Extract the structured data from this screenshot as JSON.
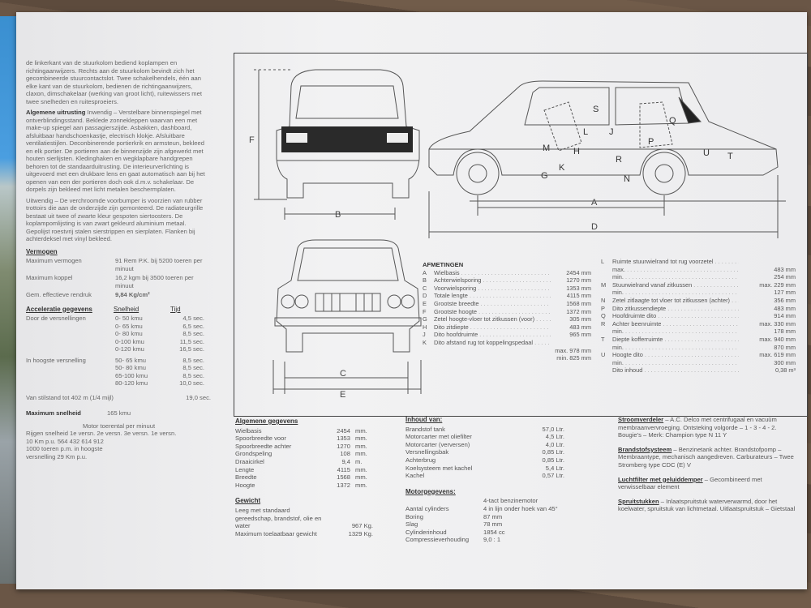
{
  "left": {
    "intro": "de linkerkant van de stuurkolom bediend koplampen en richtingaanwijzers. Rechts aan de stuurkolom bevindt zich het gecombineerde stuurcontactslot. Twee schakelhendels, één aan elke kant van de stuurkolom, bedienen de richtingaanwijzers, claxon, dimschakelaar (werking van groot licht), ruitewissers met twee snelheden en ruitesproeiers.",
    "uitrusting_title": "Algemene uitrusting",
    "uitrusting_text": "Inwendig – Verstelbare binnenspiegel met ontverblindingsstand. Beklede zonnekleppen waarvan een met make-up spiegel aan passagierszijde. Asbakken, dashboard, afsluitbaar handschoenkastje, electrisch klokje. Afsluitbare ventilatiestijlen. Deconbinerende portierkrik en armsteun, bekleed en elk portier. De portieren aan de binnenzijde zijn afgewerkt met houten sierlijsten. Kledinghaken en wegklapbare handgrepen behoren tot de standaarduitrusting. De interieurverlichting is uitgevoerd met een drukbare lens en gaat automatisch aan bij het openen van een der portieren doch ook d.m.v. schakelaar. De dorpels zijn bekleed met licht metalen beschermplaten.",
    "uitwendig_text": "Uitwendig – De verchroomde voorbumper is voorzien van rubber trottoirs die aan de onderzijde zijn gemonteerd. De radiateurgrille bestaat uit twee of zwarte kleur gespoten siertoosters. De koplampomlijsting is van zwart gekleurd aluminium metaal. Gepolijst roestvrij stalen sierstrippen en sierplaten. Flanken bij achterdeksel met vinyl bekleed.",
    "vermogen_title": "Vermogen",
    "vermogen_rows": [
      {
        "label": "Maximum vermogen",
        "value": "91 Rem P.K. bij 5200 toeren per minuut"
      },
      {
        "label": "Maximum koppel",
        "value": "16,2 kgm bij 3500 toeren per minuut"
      },
      {
        "label": "Gem. effectieve rendruk",
        "value": "9,84 Kg/cm²"
      }
    ],
    "acceleratie_title": "Acceleratie gegevens",
    "acc_col1": "Snelheid",
    "acc_col2": "Tijd",
    "acc_groups": [
      {
        "label": "Door de versnellingen",
        "rows": [
          [
            "0- 50 kmu",
            "4,5 sec."
          ],
          [
            "0- 65 kmu",
            "6,5 sec."
          ],
          [
            "0- 80 kmu",
            "8,5 sec."
          ],
          [
            "0-100 kmu",
            "11,5 sec."
          ],
          [
            "0-120 kmu",
            "16,5 sec."
          ]
        ]
      },
      {
        "label": "In hoogste versnelling",
        "rows": [
          [
            "50- 65 kmu",
            "8,5 sec."
          ],
          [
            "50- 80 kmu",
            "8,5 sec."
          ],
          [
            "65-100 kmu",
            "8,5 sec."
          ],
          [
            "80-120 kmu",
            "10,0 sec."
          ]
        ]
      }
    ],
    "staand_label": "Van stilstand tot 402 m (1/4 mijl)",
    "staand_value": "19,0 sec.",
    "max_title": "Maximum snelheid",
    "max_value": "165 kmu",
    "toer_head": "Motor toerental per minuut",
    "toer_row1": "Rijgen snelheid  1e versn. 2e versn. 3e versn. 1e versn.",
    "toer_row2": "10 Km p.u.  564   432   614   912",
    "toer_row3": "1000 toeren p.m. in hoogste",
    "toer_row4": "versnelling            29 Km p.u."
  },
  "diagram": {
    "side_labels": [
      "S",
      "Q",
      "L",
      "J",
      "P",
      "M",
      "H",
      "R",
      "U",
      "T",
      "G",
      "K",
      "N"
    ],
    "front_labels": [
      "F"
    ],
    "dim_b": "B",
    "dim_a": "A",
    "dim_d": "D",
    "dim_c": "C",
    "dim_e": "E"
  },
  "afmetingen": {
    "title": "AFMETINGEN",
    "rows": [
      {
        "k": "A",
        "n": "Wielbasis",
        "v": "2454 mm"
      },
      {
        "k": "B",
        "n": "Achterwielsporing",
        "v": "1270 mm"
      },
      {
        "k": "C",
        "n": "Voorwielsporing",
        "v": "1353 mm"
      },
      {
        "k": "D",
        "n": "Totale lengte",
        "v": "4115 mm"
      },
      {
        "k": "E",
        "n": "Grootste breedte",
        "v": "1568 mm"
      },
      {
        "k": "F",
        "n": "Grootste hoogte",
        "v": "1372 mm"
      },
      {
        "k": "G",
        "n": "Zetel hoogte-vloer tot zitkussen (voor)",
        "v": "305 mm"
      },
      {
        "k": "H",
        "n": "Dito zitdiepte",
        "v": "483 mm"
      },
      {
        "k": "J",
        "n": "Dito hoofdruimte",
        "v": "965 mm"
      },
      {
        "k": "K",
        "n": "Dito afstand rug tot koppelingspedaal",
        "v": ""
      }
    ],
    "k_max": "max.  978 mm",
    "k_min": "min.  825 mm",
    "rows2": [
      {
        "k": "L",
        "n": "Ruimte stuurwielrand tot rug voorzetel",
        "v": ""
      },
      {
        "k": "",
        "n": "max.",
        "v": "483 mm"
      },
      {
        "k": "",
        "n": "min.",
        "v": "254 mm"
      },
      {
        "k": "M",
        "n": "Stuurwielrand vanaf zitkussen",
        "v": "max. 229 mm"
      },
      {
        "k": "",
        "n": "min.",
        "v": "127 mm"
      },
      {
        "k": "N",
        "n": "Zetel zitlaagte tot vloer tot zitkussen (achter)",
        "v": "356 mm"
      },
      {
        "k": "P",
        "n": "Dito zitkussendiepte",
        "v": "483 mm"
      },
      {
        "k": "Q",
        "n": "Hoofdruimte dito",
        "v": "914 mm"
      },
      {
        "k": "R",
        "n": "Achter beenruimte",
        "v": "max. 330 mm"
      },
      {
        "k": "",
        "n": "min.",
        "v": "178 mm"
      },
      {
        "k": "T",
        "n": "Diepte kofferruimte",
        "v": "max. 940 mm"
      },
      {
        "k": "",
        "n": "min.",
        "v": "870 mm"
      },
      {
        "k": "U",
        "n": "Hoogte dito",
        "v": "max. 619 mm"
      },
      {
        "k": "",
        "n": "min.",
        "v": "300 mm"
      },
      {
        "k": "",
        "n": "Dito inhoud",
        "v": "0,38 m³"
      }
    ]
  },
  "algemene": {
    "title": "Algemene gegevens",
    "rows": [
      [
        "Wielbasis",
        "2454",
        "mm."
      ],
      [
        "Spoorbreedte voor",
        "1353",
        "mm."
      ],
      [
        "Spoorbreedte achter",
        "1270",
        "mm."
      ],
      [
        "Grondspeling",
        "108",
        "mm."
      ],
      [
        "Draaicirkel",
        "9,4",
        "m."
      ],
      [
        "Lengte",
        "4115",
        "mm."
      ],
      [
        "Breedte",
        "1568",
        "mm."
      ],
      [
        "Hoogte",
        "1372",
        "mm."
      ]
    ],
    "gewicht_title": "Gewicht",
    "gewicht_rows": [
      [
        "Leeg met standaard gereedschap, brandstof, olie en water",
        "967 Kg."
      ],
      [
        "Maximum toelaatbaar gewicht",
        "1329 Kg."
      ]
    ]
  },
  "inhoud": {
    "title": "Inhoud van:",
    "rows": [
      [
        "Brandstof tank",
        "57,0 Ltr."
      ],
      [
        "Motorcarter met oliefilter",
        "4,5 Ltr."
      ],
      [
        "Motorcarter (verversen)",
        "4,0 Ltr."
      ],
      [
        "Versnellingsbak",
        "0,85 Ltr."
      ],
      [
        "Achterbrug",
        "0,85 Ltr."
      ],
      [
        "Koelsysteem met kachel",
        "5,4 Ltr."
      ],
      [
        "Kachel",
        "0,57 Ltr."
      ]
    ],
    "motor_title": "Motorgegevens:",
    "motor_rows": [
      [
        "",
        "4-tact benzinemotor"
      ],
      [
        "Aantal cylinders",
        "4 in lijn onder hoek van 45°"
      ],
      [
        "Boring",
        "87 mm"
      ],
      [
        "Slag",
        "78 mm"
      ],
      [
        "Cylinderinhoud",
        "1854 cc"
      ],
      [
        "Compressieverhouding",
        "9,0 : 1"
      ]
    ]
  },
  "rechts": {
    "stroom_title": "Stroomverdeler",
    "stroom_text": "A.C. Delco met centrifugaal en vacuüm membraanvervroeging. Ontsteking volgorde – 1 - 3 - 4 - 2. Bougie's – Merk: Champion type N 11 Y",
    "brand_title": "Brandstofsysteem",
    "brand_text": "Benzinetank achter. Brandstofpomp – Membraantype, mechanisch aangedreven. Carburateurs – Twee Stromberg type CDC (E) V",
    "lucht_title": "Luchtfilter met geluiddemper",
    "lucht_text": "Gecombineerd met verwisselbaar element",
    "spruit_title": "Spruitstukken",
    "spruit_text": "Inlaatspruitstuk waterverwarmd, door het koelwater, spruitstuk van lichtmetaal. Uitlaatspruitstuk – Gietstaal"
  }
}
